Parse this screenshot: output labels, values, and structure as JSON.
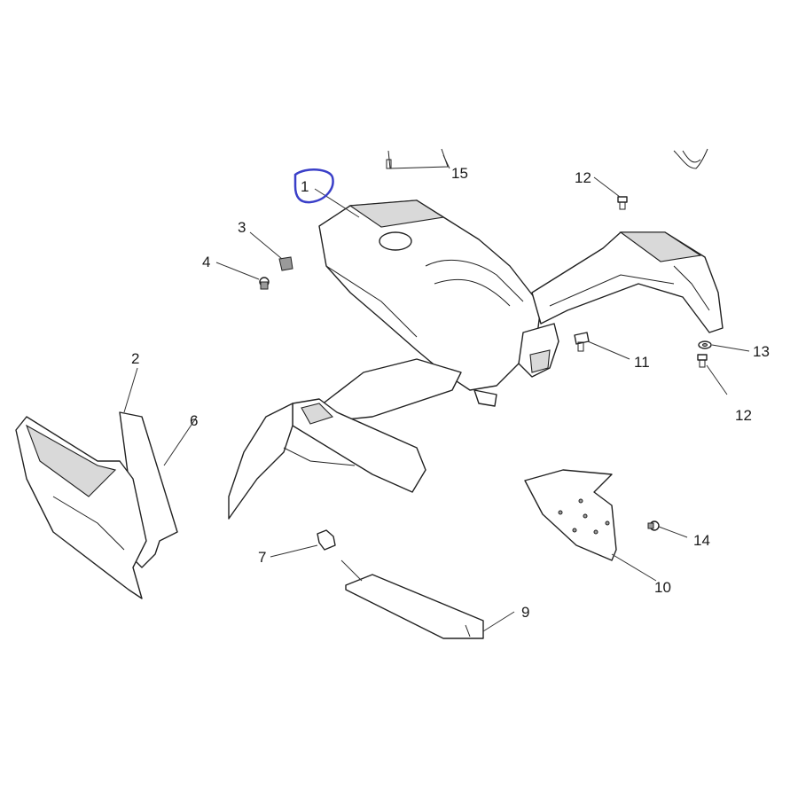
{
  "callouts": {
    "c1": "1",
    "c2": "2",
    "c3": "3",
    "c4": "4",
    "c6": "6",
    "c7": "7",
    "c9": "9",
    "c10": "10",
    "c11": "11",
    "c12a": "12",
    "c12b": "12",
    "c13": "13",
    "c14": "14",
    "c15": "15"
  },
  "highlight": {
    "color": "#3a3fc8",
    "target": "1"
  }
}
